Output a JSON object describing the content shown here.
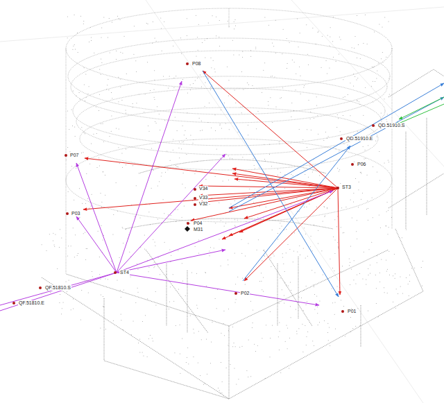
{
  "diagram": {
    "labels": [
      "P08",
      "QD.51910.S",
      "QD.51910.E",
      "P07",
      "P06",
      "ST3",
      "V34",
      "V33",
      "V32",
      "P03",
      "P04",
      "M31",
      "ST4",
      "P02",
      "P01",
      "QF.51810.S",
      "QF.51810.E"
    ]
  }
}
